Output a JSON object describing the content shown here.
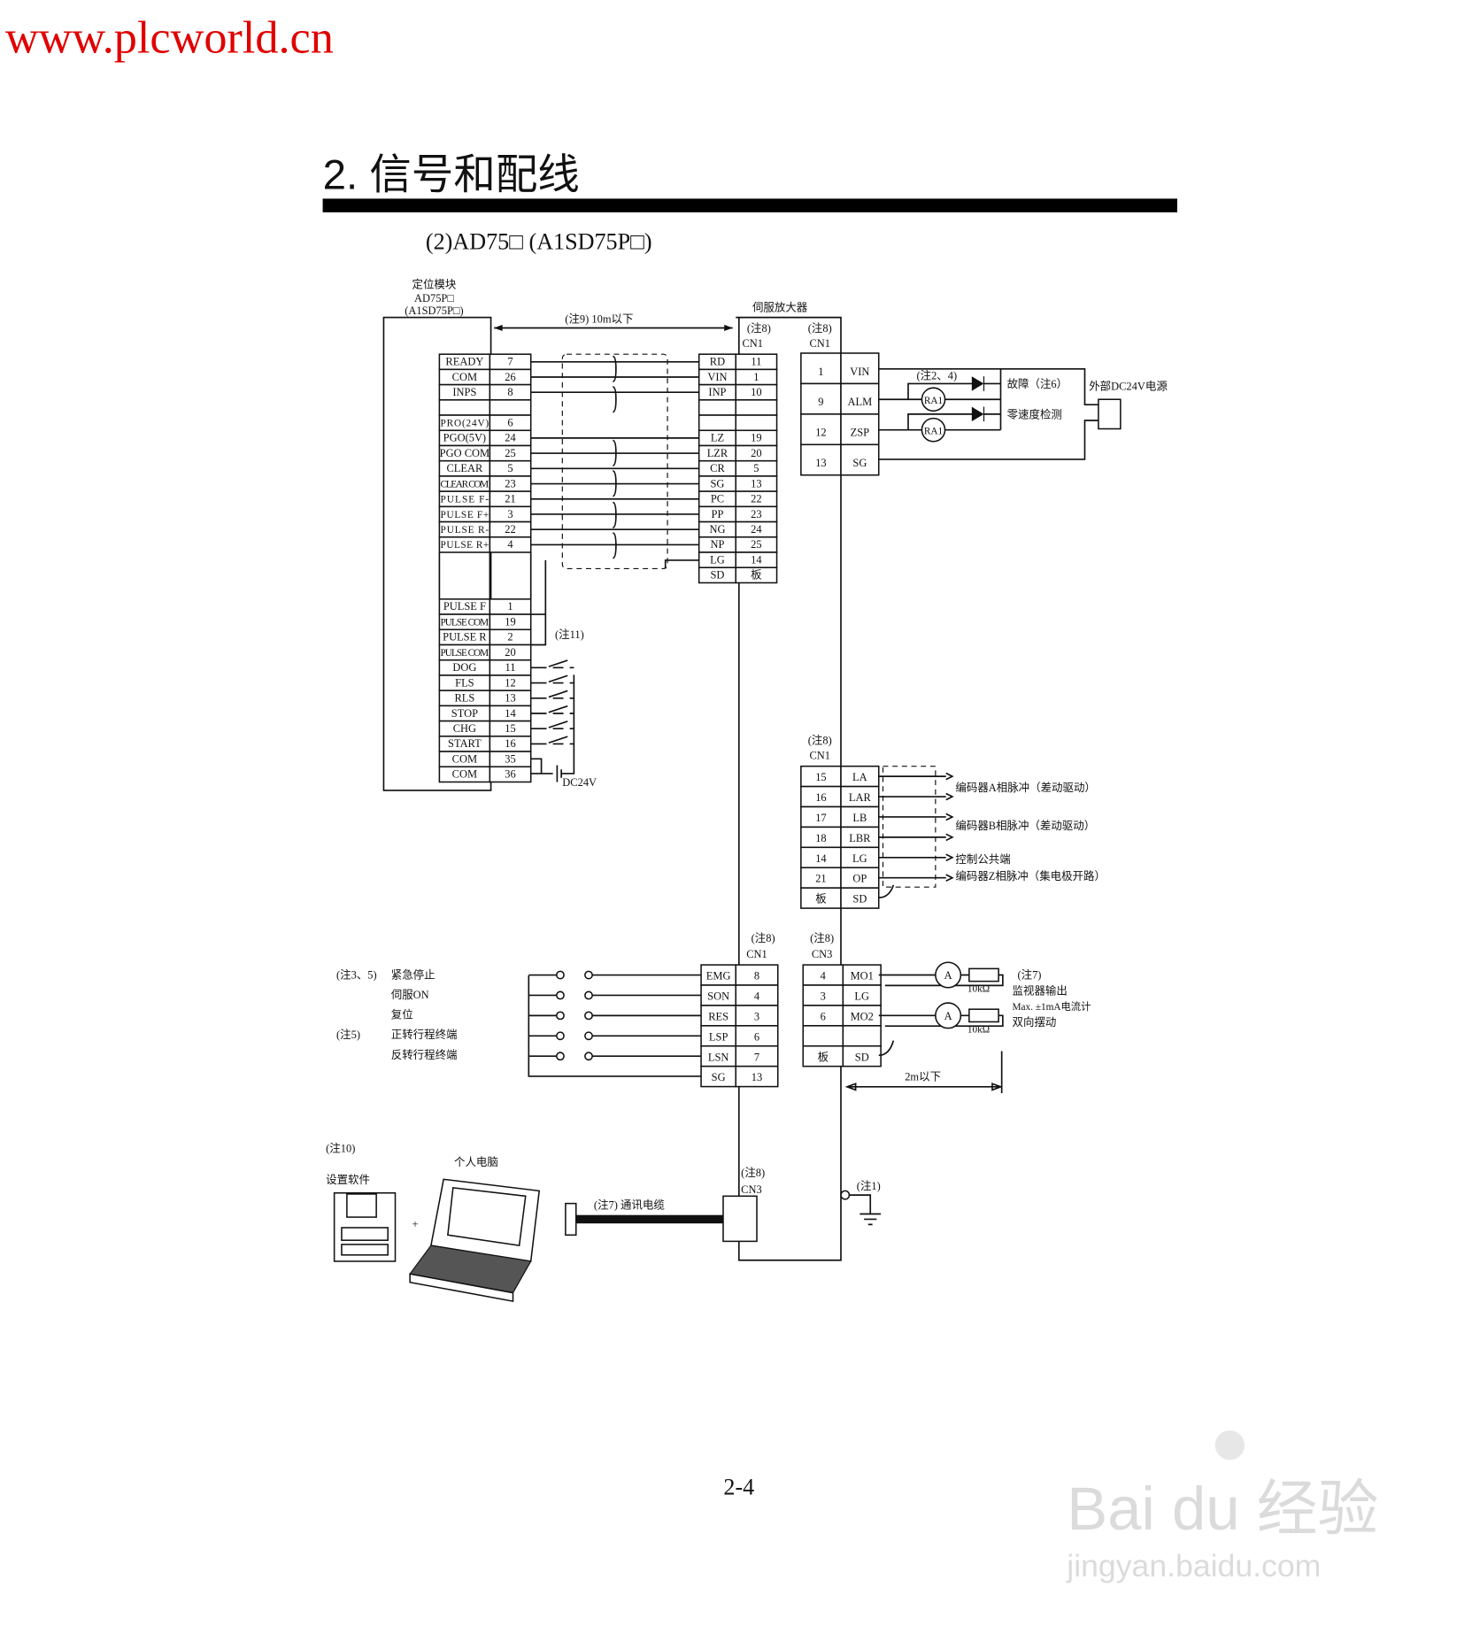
{
  "watermark_site": "www.plcworld.cn",
  "section_title": "2. 信号和配线",
  "subtitle": "(2)AD75□ (A1SD75P□)",
  "module": {
    "label_lines": [
      "定位模块",
      "AD75P□",
      "(A1SD75P□)"
    ],
    "pins_a": [
      [
        "READY",
        "7"
      ],
      [
        "COM",
        "26"
      ],
      [
        "INPS",
        "8"
      ],
      [
        "",
        ""
      ],
      [
        "PRO(24V)",
        "6"
      ],
      [
        "PGO(5V)",
        "24"
      ],
      [
        "PGO COM",
        "25"
      ],
      [
        "CLEAR",
        "5"
      ],
      [
        "CLEAR COM",
        "23"
      ],
      [
        "PULSE F-",
        "21"
      ],
      [
        "PULSE F+",
        "3"
      ],
      [
        "PULSE R-",
        "22"
      ],
      [
        "PULSE R+",
        "4"
      ]
    ],
    "pins_b": [
      [
        "PULSE F",
        "1"
      ],
      [
        "PULSE COM",
        "19"
      ],
      [
        "PULSE R",
        "2"
      ],
      [
        "PULSE COM",
        "20"
      ],
      [
        "DOG",
        "11"
      ],
      [
        "FLS",
        "12"
      ],
      [
        "RLS",
        "13"
      ],
      [
        "STOP",
        "14"
      ],
      [
        "CHG",
        "15"
      ],
      [
        "START",
        "16"
      ],
      [
        "COM",
        "35"
      ],
      [
        "COM",
        "36"
      ]
    ],
    "note11": "(注11)",
    "dc24v": "DC24V"
  },
  "servo_label": "伺服放大器",
  "cable_note": "(注9) 10m以下",
  "note8": "(注8)",
  "cn1": "CN1",
  "cn3": "CN3",
  "cn1_left": [
    [
      "RD",
      "11"
    ],
    [
      "VIN",
      "1"
    ],
    [
      "INP",
      "10"
    ],
    [
      "",
      ""
    ],
    [
      "",
      ""
    ],
    [
      "LZ",
      "19"
    ],
    [
      "LZR",
      "20"
    ],
    [
      "CR",
      "5"
    ],
    [
      "SG",
      "13"
    ],
    [
      "PC",
      "22"
    ],
    [
      "PP",
      "23"
    ],
    [
      "NG",
      "24"
    ],
    [
      "NP",
      "25"
    ],
    [
      "LG",
      "14"
    ],
    [
      "SD",
      "板"
    ]
  ],
  "cn1_right": [
    [
      "1",
      "VIN"
    ],
    [
      "9",
      "ALM"
    ],
    [
      "12",
      "ZSP"
    ],
    [
      "13",
      "SG"
    ]
  ],
  "alarm": {
    "note": "(注2、4)",
    "fault": "故障（注6）",
    "zero_speed": "零速度检测",
    "relay": "RA1",
    "power": "外部DC24V电源"
  },
  "encoder": {
    "rows": [
      [
        "15",
        "LA"
      ],
      [
        "16",
        "LAR"
      ],
      [
        "17",
        "LB"
      ],
      [
        "18",
        "LBR"
      ],
      [
        "14",
        "LG"
      ],
      [
        "21",
        "OP"
      ],
      [
        "板",
        "SD"
      ]
    ],
    "labels": [
      "编码器A相脉冲（差动驱动）",
      "编码器B相脉冲（差动驱动）",
      "控制公共端",
      "编码器Z相脉冲（集电极开路）"
    ]
  },
  "inputs": {
    "rows": [
      [
        "EMG",
        "8"
      ],
      [
        "SON",
        "4"
      ],
      [
        "RES",
        "3"
      ],
      [
        "LSP",
        "6"
      ],
      [
        "LSN",
        "7"
      ],
      [
        "SG",
        "13"
      ]
    ],
    "notes": [
      "(注3、5)",
      "(注5)"
    ],
    "labels": [
      "紧急停止",
      "伺服ON",
      "复位",
      "正转行程终端",
      "反转行程终端"
    ]
  },
  "monitor": {
    "rows": [
      [
        "4",
        "MO1"
      ],
      [
        "3",
        "LG"
      ],
      [
        "6",
        "MO2"
      ],
      [
        "",
        ""
      ],
      [
        "板",
        "SD"
      ]
    ],
    "meter": "A",
    "resistor": "10kΩ",
    "lines": [
      "(注7)",
      "监视器输出",
      "Max. ±1mA电流计",
      "双向摆动"
    ],
    "length": "2m以下"
  },
  "pc": {
    "note10": "(注10)",
    "software": "设置软件",
    "plus": "+",
    "computer": "个人电脑",
    "cable": "(注7) 通讯电缆",
    "ground_note": "(注1)"
  },
  "page_number": "2-4",
  "baidu": {
    "logo": "Bai du 经验",
    "url": "jingyan.baidu.com"
  }
}
